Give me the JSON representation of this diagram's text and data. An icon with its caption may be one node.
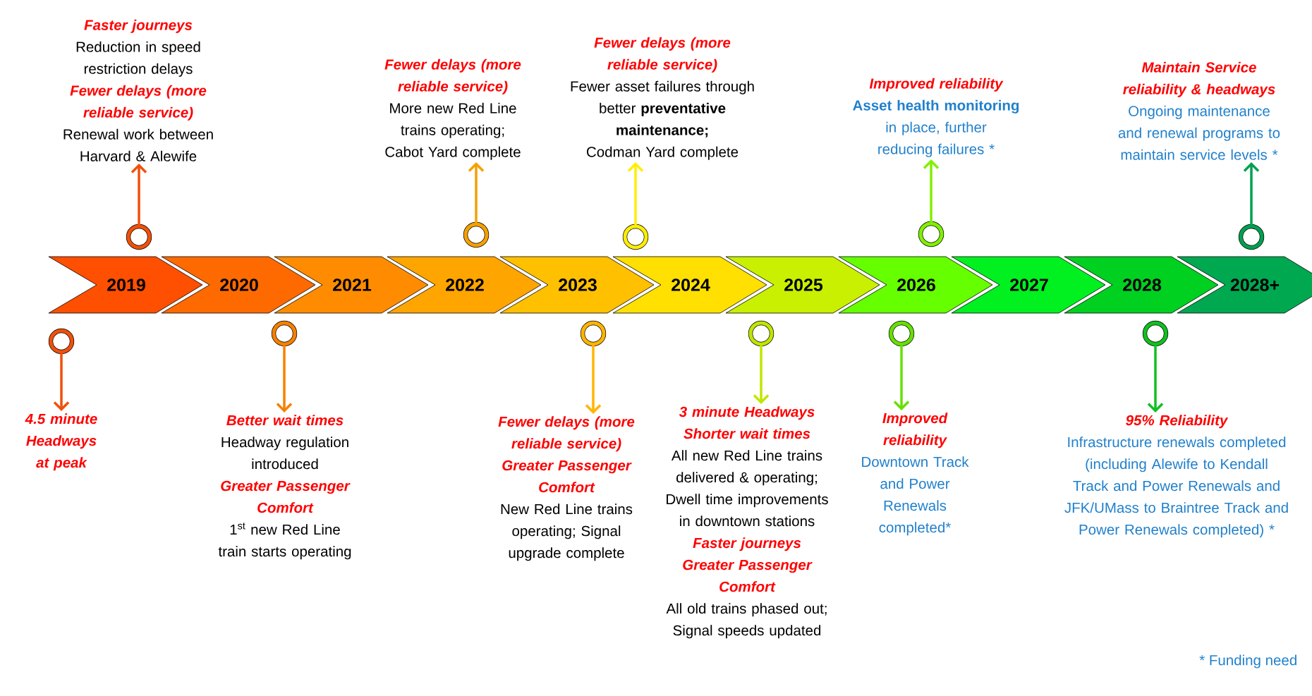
{
  "diagram": {
    "nodes": [
      {
        "text": [
          "2019"
        ]
      },
      {
        "text": [
          "2020"
        ]
      },
      {
        "text": [
          "2021"
        ]
      },
      {
        "text": [
          "2022"
        ]
      },
      {
        "text": [
          "2023"
        ]
      },
      {
        "text": [
          "2024"
        ]
      },
      {
        "text": [
          "2025"
        ]
      },
      {
        "text": [
          "2026"
        ]
      },
      {
        "text": [
          "2027"
        ]
      },
      {
        "text": [
          "2028"
        ]
      },
      {
        "text": [
          "2028+"
        ]
      },
      {
        "text": [],
        "shape": "circle"
      },
      {
        "text": [
          "Faster journeys",
          "Reduction in speed restriction delays",
          "Fewer delays (more reliable service)",
          "Renewal work between Harvard & Alewife"
        ]
      },
      {
        "text": [],
        "shape": "circle"
      },
      {
        "text": [
          "Fewer delays (more reliable service)",
          "More new Red Line trains operating; Cabot Yard complete"
        ]
      },
      {
        "text": [],
        "shape": "circle"
      },
      {
        "text": [
          "Fewer delays (more reliable service)",
          "Fewer asset failures through better **preventative maintenance;** Codman Yard complete"
        ]
      },
      {
        "text": [],
        "shape": "circle"
      },
      {
        "text": [
          "Improved reliability",
          "**Asset health monitoring** in place, further reducing failures *"
        ]
      },
      {
        "text": [],
        "shape": "circle"
      },
      {
        "text": [
          "Maintain Service reliability & headways",
          "Ongoing maintenance and renewal programs to maintain service levels *"
        ]
      },
      {
        "text": [],
        "shape": "circle"
      },
      {
        "text": [
          "4.5 minute Headways at peak"
        ]
      },
      {
        "text": [],
        "shape": "circle"
      },
      {
        "text": [
          "Better wait times",
          "Headway regulation introduced",
          "Greater Passenger Comfort",
          "1$^{st}$ new Red Line train starts operating"
        ]
      },
      {
        "text": [],
        "shape": "circle"
      },
      {
        "text": [
          "Fewer delays (more reliable service)",
          "Greater Passenger Comfort",
          "New Red Line trains operating; Signal upgrade complete"
        ]
      },
      {
        "text": [],
        "shape": "circle"
      },
      {
        "text": [
          "3 minute Headways",
          "Shorter wait times",
          "All new Red Line trains delivered & operating; Dwell time improvements in downtown stations",
          "Faster journeys",
          "Greater Passenger Comfort",
          "All old trains phased out; Signal speeds updated"
        ]
      },
      {
        "text": [],
        "shape": "circle"
      },
      {
        "text": [
          "Improved reliability",
          "Downtown Track and Power Renewals completed*"
        ]
      },
      {
        "text": [],
        "shape": "circle"
      },
      {
        "text": [
          "95% Reliability",
          "Infrastructure renewals completed (including Alewife to Kendall Track and Power Renewals and JFK/UMass to Braintree Track and Power Renewals completed) *"
        ]
      }
    ],
    "edges": [
      {
        "from": 11,
        "to": 12,
        "arrow": "to",
        "color": "#f0500a"
      },
      {
        "from": 13,
        "to": 14,
        "arrow": "to",
        "color": "#f5a000"
      },
      {
        "from": 15,
        "to": 16,
        "arrow": "to",
        "color": "#ffee00"
      },
      {
        "from": 17,
        "to": 18,
        "arrow": "to",
        "color": "#80f000"
      },
      {
        "from": 19,
        "to": 20,
        "arrow": "to",
        "color": "#00a050"
      },
      {
        "from": 21,
        "to": 22,
        "arrow": "to",
        "color": "#f0500a"
      },
      {
        "from": 23,
        "to": 24,
        "arrow": "to",
        "color": "#f58000"
      },
      {
        "from": 25,
        "to": 26,
        "arrow": "to",
        "color": "#ffb400"
      },
      {
        "from": 27,
        "to": 28,
        "arrow": "to",
        "color": "#c0e600"
      },
      {
        "from": 29,
        "to": 30,
        "arrow": "to",
        "color": "#66e000"
      },
      {
        "from": 31,
        "to": 32,
        "arrow": "to",
        "color": "#10c020"
      }
    ],
    "labels": [
      "* Funding need"
    ]
  }
}
